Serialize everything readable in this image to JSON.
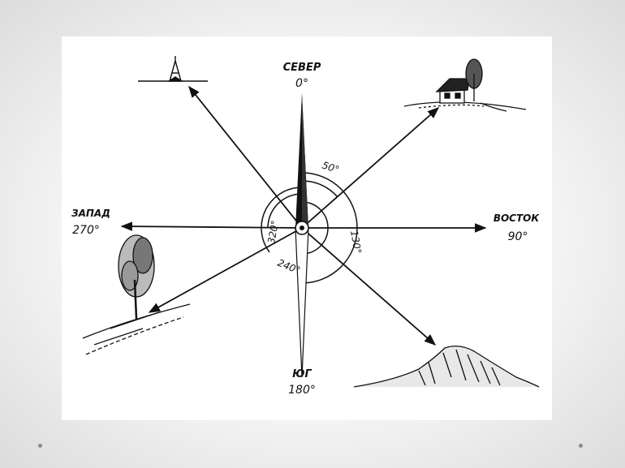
{
  "labels": {
    "north": "СЕВЕР",
    "north_deg": "0°",
    "south": "ЮГ",
    "south_deg": "180°",
    "west": "ЗАПАД",
    "west_deg": "270°",
    "east": "ВОСТОК",
    "east_deg": "90°"
  },
  "bearings": {
    "b50": "50°",
    "b130": "130°",
    "b240": "240°",
    "b320": "320°"
  },
  "colors": {
    "ink": "#111111",
    "slide_bg": "#ffffff",
    "page_bg": "#e6e6e6",
    "nav_dot": "#8a8a8a"
  },
  "landmarks": [
    "tower-icon",
    "house-icon",
    "tree-icon",
    "hill-icon"
  ]
}
